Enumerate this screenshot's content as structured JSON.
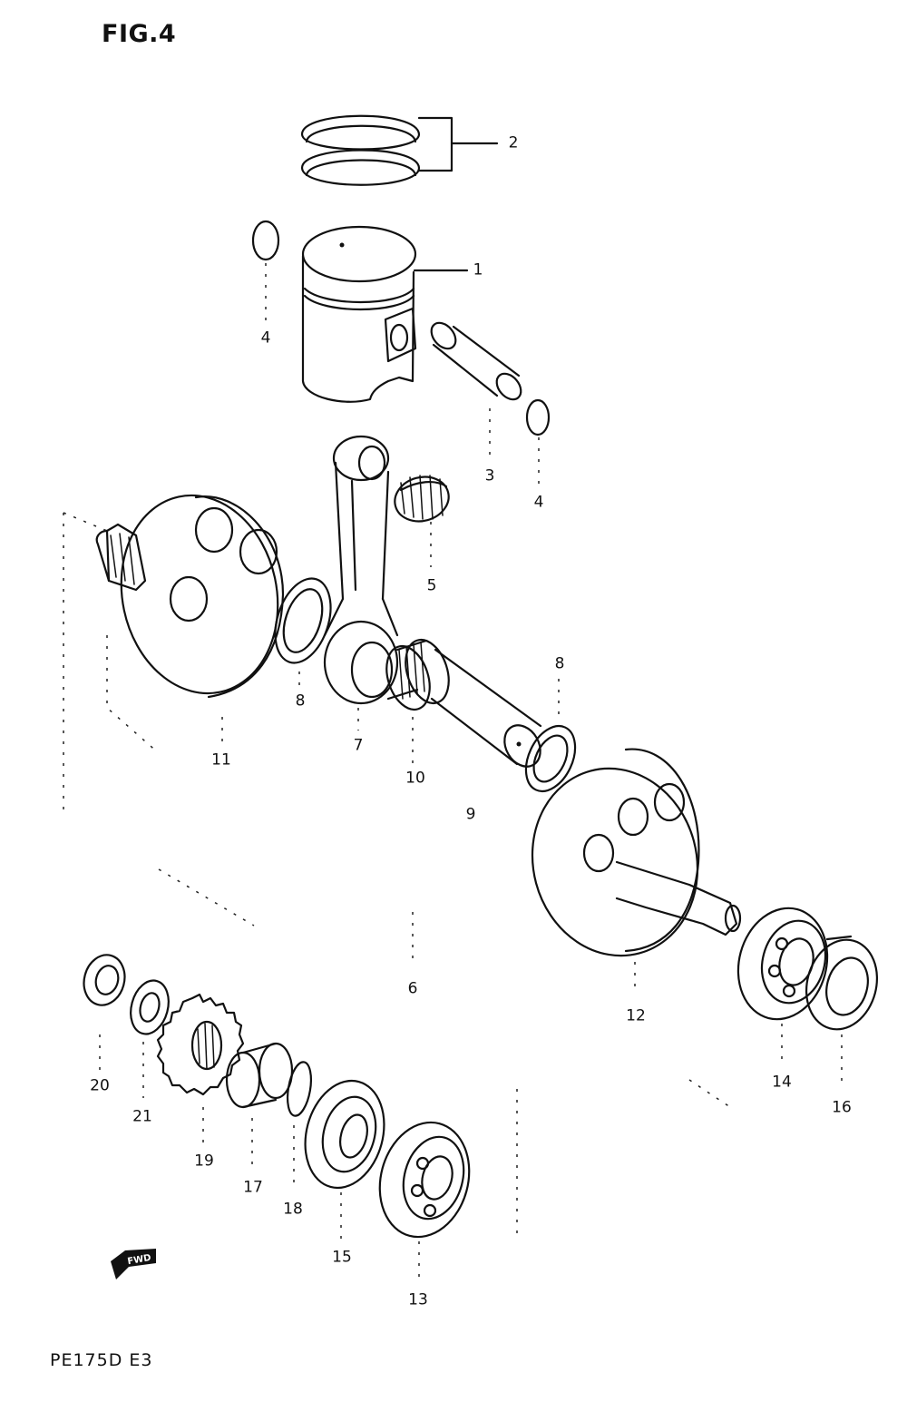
{
  "figure": {
    "title": "FIG.4",
    "model_code": "PE175D E3",
    "direction_arrow_text": "FWD"
  },
  "labels": [
    {
      "id": "label-2",
      "text": "2",
      "part": "piston-rings"
    },
    {
      "id": "label-1",
      "text": "1",
      "part": "piston"
    },
    {
      "id": "label-4-left",
      "text": "4",
      "part": "circlip"
    },
    {
      "id": "label-3",
      "text": "3",
      "part": "piston-pin"
    },
    {
      "id": "label-4-right",
      "text": "4",
      "part": "circlip"
    },
    {
      "id": "label-5",
      "text": "5",
      "part": "small-end-bearing"
    },
    {
      "id": "label-8-left",
      "text": "8",
      "part": "washer"
    },
    {
      "id": "label-7",
      "text": "7",
      "part": "connecting-rod"
    },
    {
      "id": "label-11",
      "text": "11",
      "part": "crank-web-left"
    },
    {
      "id": "label-8-right",
      "text": "8",
      "part": "washer"
    },
    {
      "id": "label-10",
      "text": "10",
      "part": "big-end-bearing"
    },
    {
      "id": "label-9",
      "text": "9",
      "part": "crank-pin"
    },
    {
      "id": "label-6",
      "text": "6",
      "part": "crankshaft-assembly"
    },
    {
      "id": "label-12",
      "text": "12",
      "part": "crank-web-right"
    },
    {
      "id": "label-14",
      "text": "14",
      "part": "bearing"
    },
    {
      "id": "label-16",
      "text": "16",
      "part": "oil-seal"
    },
    {
      "id": "label-20",
      "text": "20",
      "part": "nut"
    },
    {
      "id": "label-21",
      "text": "21",
      "part": "washer"
    },
    {
      "id": "label-19",
      "text": "19",
      "part": "primary-gear"
    },
    {
      "id": "label-17",
      "text": "17",
      "part": "spacer"
    },
    {
      "id": "label-18",
      "text": "18",
      "part": "o-ring"
    },
    {
      "id": "label-15",
      "text": "15",
      "part": "oil-seal"
    },
    {
      "id": "label-13",
      "text": "13",
      "part": "bearing"
    }
  ]
}
